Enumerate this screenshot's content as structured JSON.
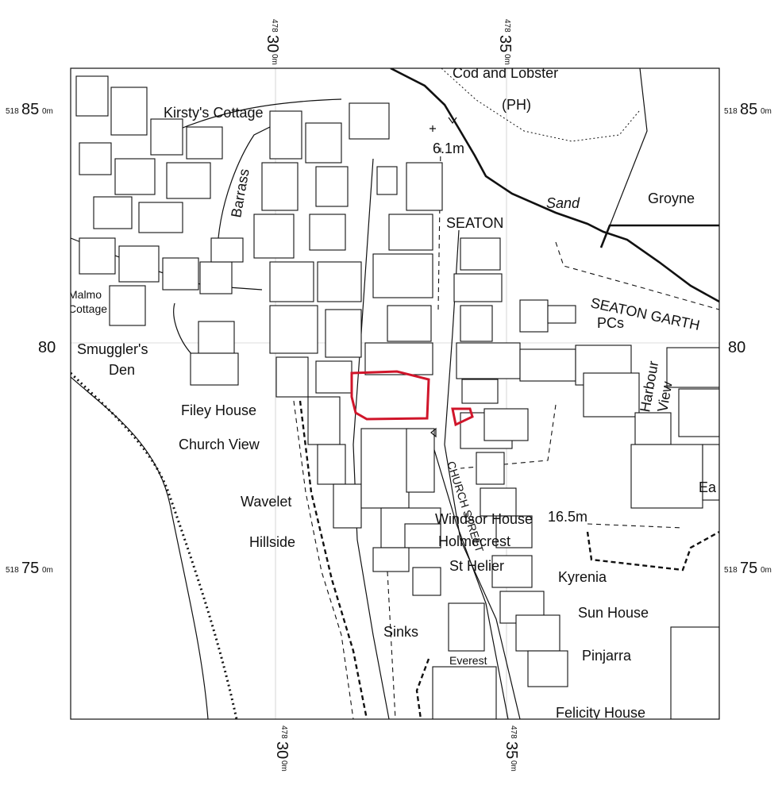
{
  "map": {
    "grid": {
      "top_left_easting": "478",
      "top_left_main": "30",
      "top_left_suffix": "0m",
      "top_right_easting": "478",
      "top_right_main": "35",
      "top_right_suffix": "0m",
      "bottom_left_easting": "478",
      "bottom_left_main": "30",
      "bottom_left_suffix": "0m",
      "bottom_right_easting": "478",
      "bottom_right_main": "35",
      "bottom_right_suffix": "0m",
      "left_upper_prefix": "518",
      "left_upper_main": "85",
      "left_upper_suffix": "0m",
      "right_upper_prefix": "518",
      "right_upper_main": "85",
      "right_upper_suffix": "0m",
      "left_mid": "80",
      "right_mid": "80",
      "left_lower_prefix": "518",
      "left_lower_main": "75",
      "left_lower_suffix": "0m",
      "right_lower_prefix": "518",
      "right_lower_main": "75",
      "right_lower_suffix": "0m"
    },
    "labels": {
      "cod_and_lobster": "Cod and Lobster",
      "ph": "(PH)",
      "kirstys_cottage": "Kirsty's Cottage",
      "height_61": "6.1m",
      "barrass": "Barrass",
      "sand": "Sand",
      "groyne": "Groyne",
      "seaton": "SEATON",
      "malmo": "Malmo",
      "cottage": "Cottage",
      "seaton_garth": "SEATON GARTH",
      "pcs": "PCs",
      "smugglers": "Smuggler's",
      "den": "Den",
      "harbour": "Harbour",
      "view": "View",
      "filey_house": "Filey House",
      "church_view": "Church View",
      "church_street": "CHURCH STREET",
      "ea": "Ea",
      "wavelet": "Wavelet",
      "windsor_house": "Windsor House",
      "height_165": "16.5m",
      "hillside": "Hillside",
      "holmecrest": "Holmecrest",
      "st_helier": "St Helier",
      "kyrenia": "Kyrenia",
      "sun_house": "Sun House",
      "sinks": "Sinks",
      "everest": "Everest",
      "pinjarra": "Pinjarra",
      "felicity_house": "Felicity House"
    },
    "colors": {
      "site_boundary": "#d0152a",
      "ink": "#111111"
    }
  }
}
